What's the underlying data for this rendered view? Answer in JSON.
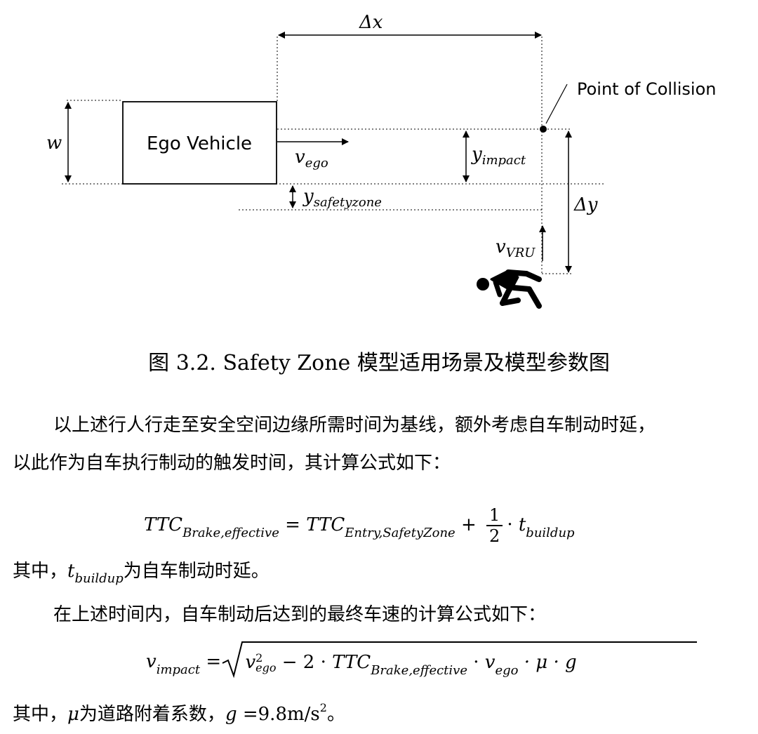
{
  "figure": {
    "delta_x": "Δx",
    "point_of_collision": "Point of Collision",
    "w": "w",
    "ego_vehicle": "Ego Vehicle",
    "v_ego_base": "v",
    "v_ego_sub": "ego",
    "y_impact_base": "y",
    "y_impact_sub": "impact",
    "y_safety_base": "y",
    "y_safety_sub": "safetyzone",
    "delta_y": "Δy",
    "v_vru_base": "v",
    "v_vru_sub": "VRU",
    "pedestrian_icon": "fallen-pedestrian-icon"
  },
  "caption": "图 3.2. Safety Zone 模型适用场景及模型参数图",
  "para1_line1": "以上述行人行走至安全空间边缘所需时间为基线，额外考虑自车制动时延，",
  "para1_line2": "以此作为自车执行制动的触发时间，其计算公式如下：",
  "formula1": {
    "lhs_base": "TTC",
    "lhs_sub": "Brake,effective",
    "eq": " = ",
    "rhs_base": "TTC",
    "rhs_sub": "Entry,SafetyZone",
    "plus": " + ",
    "frac_num": "1",
    "frac_den": "2",
    "dot": "·",
    "t_base": "t",
    "t_sub": "buildup"
  },
  "para2": {
    "prefix": "其中，",
    "t_base": "t",
    "t_sub": "buildup",
    "suffix": "为自车制动时延。"
  },
  "para3": "在上述时间内，自车制动后达到的最终车速的计算公式如下：",
  "formula2": {
    "lhs_base": "v",
    "lhs_sub": "impact",
    "eq": " = ",
    "v_base": "v",
    "v_sup": "2",
    "v_sub": "ego",
    "minus": " − 2 · ",
    "ttc_base": "TTC",
    "ttc_sub": "Brake,effective",
    "dot1": " · ",
    "v2_base": "v",
    "v2_sub": "ego",
    "rest": " · μ · g"
  },
  "para4": {
    "prefix": "其中，",
    "mu": "μ",
    "mid": "为道路附着系数，",
    "g": "g",
    "value": " =9.8m/s",
    "sup": "2",
    "end": "。"
  }
}
